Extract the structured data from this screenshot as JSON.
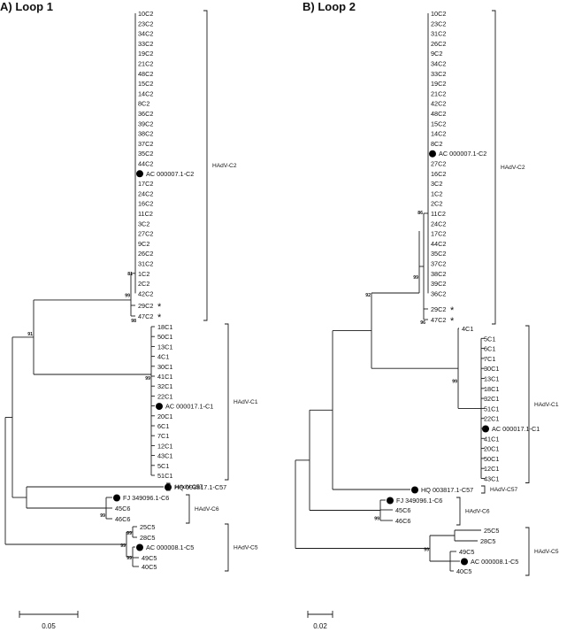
{
  "panels": [
    {
      "id": "A",
      "title": "A) Loop 1",
      "leaves": [
        "10C2",
        "23C2",
        "34C2",
        "33C2",
        "19C2",
        "21C2",
        "48C2",
        "15C2",
        "14C2",
        "8C2",
        "36C2",
        "39C2",
        "38C2",
        "37C2",
        "35C2",
        "44C2",
        "AC 000007.1-C2",
        "17C2",
        "24C2",
        "16C2",
        "11C2",
        "3C2",
        "27C2",
        "9C2",
        "26C2",
        "31C2",
        "1C2",
        "2C2",
        "42C2",
        "29C2",
        "47C2",
        "18C1",
        "50C1",
        "13C1",
        "4C1",
        "30C1",
        "41C1",
        "32C1",
        "22C1",
        "AC 000017.1-C1",
        "20C1",
        "6C1",
        "7C1",
        "12C1",
        "43C1",
        "5C1",
        "51C1",
        "HQ 003817.1-C57",
        "FJ 349096.1-C6",
        "45C6",
        "46C6",
        "25C5",
        "28C5",
        "AC 000008.1-C5",
        "49C5",
        "40C5"
      ],
      "reference_leaves": [
        "AC 000007.1-C2",
        "AC 000017.1-C1",
        "HQ 003817.1-C57",
        "FJ 349096.1-C6",
        "AC 000008.1-C5"
      ],
      "starred_leaves": [
        "29C2",
        "47C2"
      ],
      "clades": [
        "HAdV-C2",
        "HAdV-C1",
        "HAdV-C57",
        "HAdV-C6",
        "HAdV-C5"
      ],
      "bootstrap": [
        "81",
        "99",
        "98",
        "91",
        "99",
        "99",
        "99",
        "99",
        "99"
      ],
      "scale_label": "0.05"
    },
    {
      "id": "B",
      "title": "B) Loop 2",
      "leaves": [
        "10C2",
        "23C2",
        "31C2",
        "26C2",
        "9C2",
        "34C2",
        "33C2",
        "19C2",
        "21C2",
        "42C2",
        "48C2",
        "15C2",
        "14C2",
        "8C2",
        "AC 000007.1-C2",
        "27C2",
        "16C2",
        "3C2",
        "1C2",
        "2C2",
        "11C2",
        "24C2",
        "17C2",
        "44C2",
        "35C2",
        "37C2",
        "38C2",
        "39C2",
        "36C2",
        "29C2",
        "47C2",
        "4C1",
        "5C1",
        "6C1",
        "7C1",
        "30C1",
        "13C1",
        "18C1",
        "32C1",
        "51C1",
        "22C1",
        "AC 000017.1-C1",
        "41C1",
        "20C1",
        "50C1",
        "12C1",
        "43C1",
        "HQ 003817.1-C57",
        "FJ 349096.1-C6",
        "45C6",
        "46C6",
        "25C5",
        "28C5",
        "49C5",
        "AC 000008.1-C5",
        "40C5"
      ],
      "reference_leaves": [
        "AC 000007.1-C2",
        "AC 000017.1-C1",
        "HQ 003817.1-C57",
        "FJ 349096.1-C6",
        "AC 000008.1-C5"
      ],
      "starred_leaves": [
        "29C2",
        "47C2"
      ],
      "clades": [
        "HAdV-C2",
        "HAdV-C1",
        "HAdV-C57",
        "HAdV-C6",
        "HAdV-C5"
      ],
      "bootstrap": [
        "86",
        "99",
        "92",
        "96",
        "99",
        "99",
        "99"
      ],
      "scale_label": "0.02"
    }
  ],
  "star_symbol": "*"
}
